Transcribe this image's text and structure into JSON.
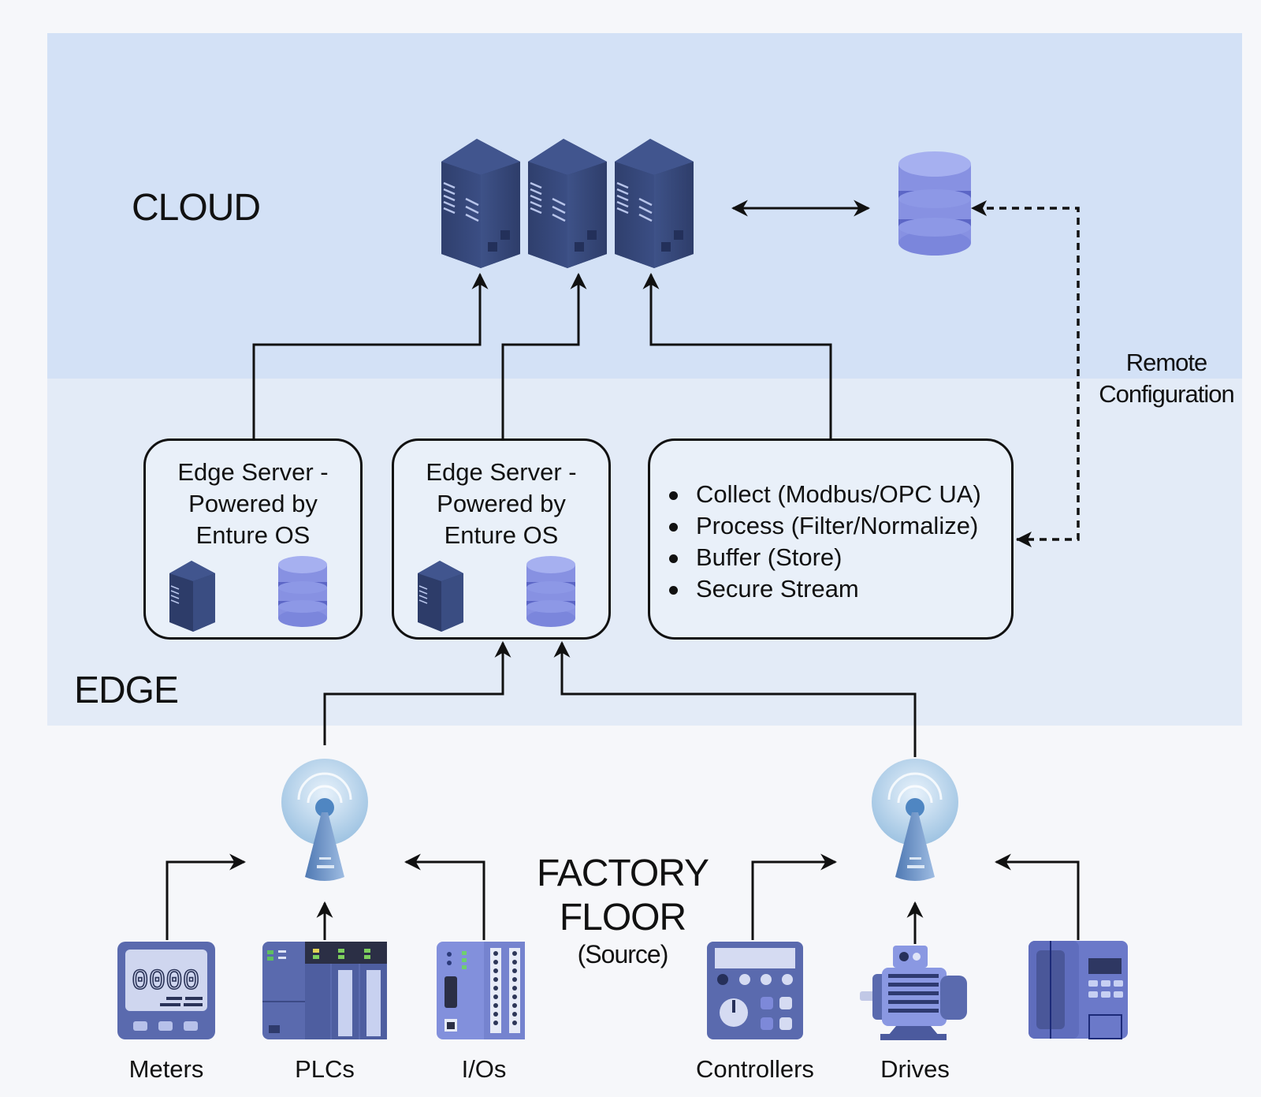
{
  "zones": {
    "cloud": "CLOUD",
    "edge": "EDGE",
    "factory_title": "FACTORY FLOOR",
    "factory_subtitle": "(Source)"
  },
  "cloud": {
    "servers": [
      "server-rack",
      "server-rack",
      "server-rack"
    ],
    "database_icon": "database-icon",
    "link": "bidirectional"
  },
  "remote_configuration": {
    "label_line1": "Remote",
    "label_line2": "Configuration",
    "style": "dashed"
  },
  "edge_servers": [
    {
      "line1": "Edge Server -",
      "line2": "Powered by",
      "line3": "Enture OS",
      "icons": [
        "server-icon",
        "database-icon"
      ]
    },
    {
      "line1": "Edge Server -",
      "line2": "Powered by",
      "line3": "Enture OS",
      "icons": [
        "server-icon",
        "database-icon"
      ]
    }
  ],
  "edge_functions": [
    "Collect (Modbus/OPC UA)",
    "Process (Filter/Normalize)",
    "Buffer (Store)",
    "Secure Stream"
  ],
  "gateways": [
    "wireless-gateway-left",
    "wireless-gateway-right"
  ],
  "devices": [
    {
      "label": "Meters",
      "icon": "meter-icon",
      "display": "0000"
    },
    {
      "label": "PLCs",
      "icon": "plc-icon"
    },
    {
      "label": "I/Os",
      "icon": "io-module-icon"
    },
    {
      "label": "Controllers",
      "icon": "controller-icon"
    },
    {
      "label": "Drives",
      "icon": "motor-drive-icon"
    },
    {
      "label": "",
      "icon": "hmi-panel-icon"
    }
  ],
  "colors": {
    "cloud_zone": "#d3e1f6",
    "edge_zone": "#e3ebf7",
    "server_navy": "#34477a",
    "database_purple": "#8b96e6",
    "device_blue": "#6676c2"
  }
}
